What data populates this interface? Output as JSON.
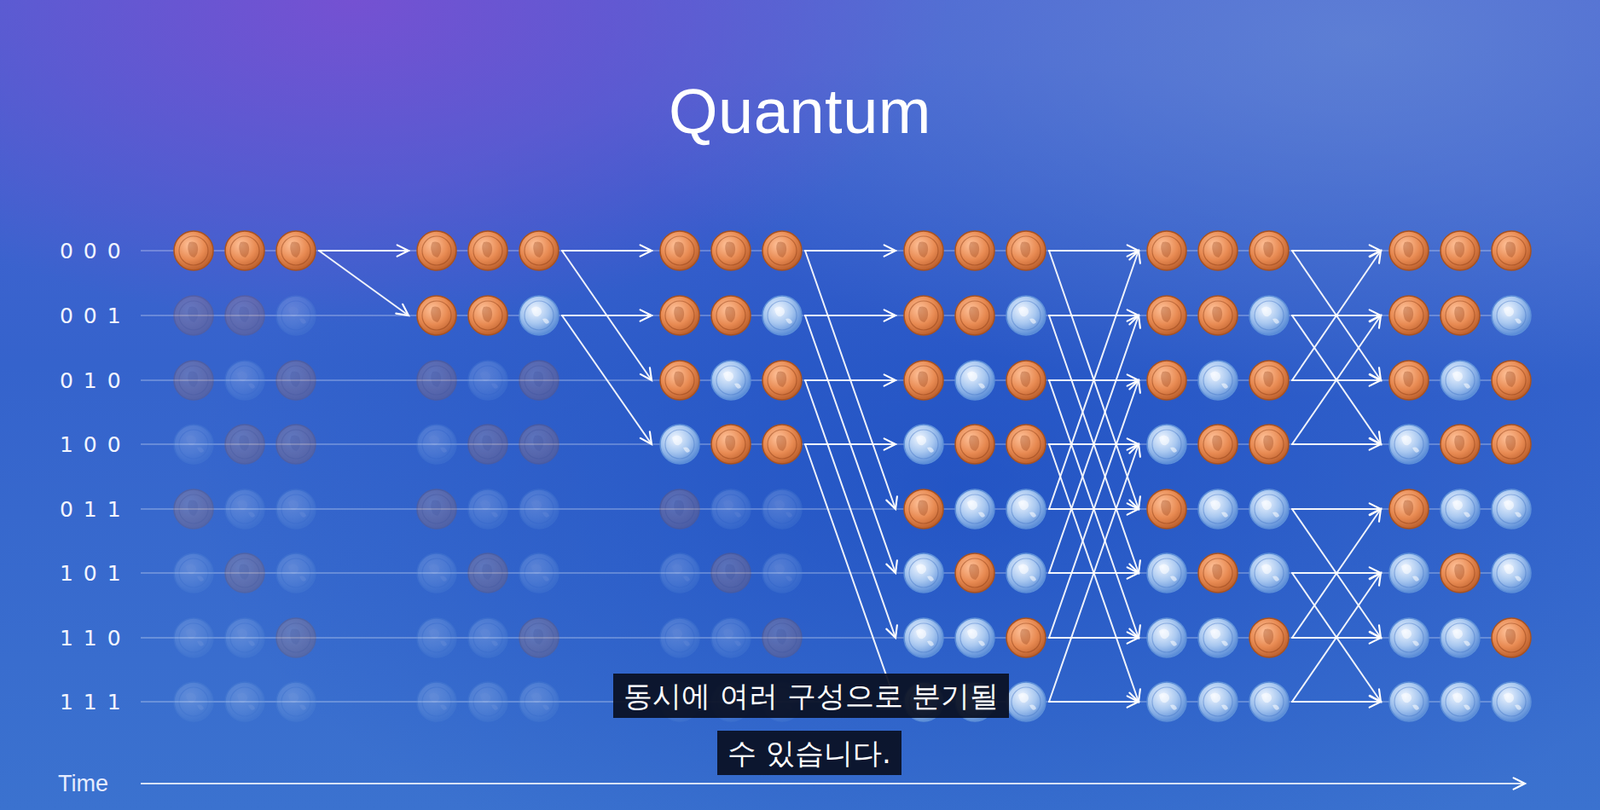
{
  "diagram": {
    "title": "Quantum",
    "caption": "동시에 여러 구성으로 분기될 수 있습니다.",
    "labels": [
      "0 0 0",
      "0 0 1",
      "0 1 0",
      "1 0 0",
      "0 1 1",
      "1 0 1",
      "1 1 0",
      "1 1 1",
      "Time"
    ]
  }
}
